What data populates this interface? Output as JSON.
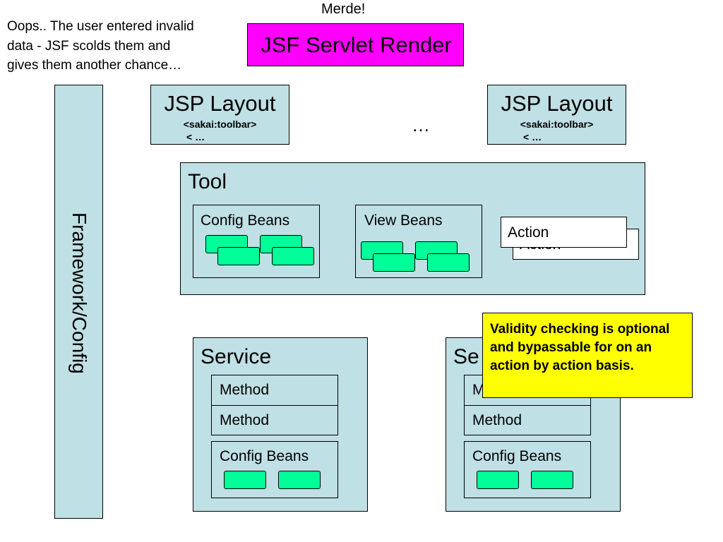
{
  "header": {
    "top_label": "Merde!",
    "note": [
      "Oops..  The user entered invalid",
      "data - JSF scolds them and",
      "gives them another chance…"
    ],
    "servlet": "JSF Servlet Render"
  },
  "framework": {
    "label": "Framework/Config"
  },
  "layouts": [
    {
      "title": "JSP Layout",
      "line1": "<sakai:toolbar>",
      "line2": "< …"
    },
    {
      "title": "JSP Layout",
      "line1": "<sakai:toolbar>",
      "line2": "< …"
    }
  ],
  "ellipsis": "…",
  "tool": {
    "title": "Tool",
    "config_beans": "Config Beans",
    "view_beans": "View Beans",
    "action_front": "Action",
    "action_back": "Action"
  },
  "services": [
    {
      "title": "Service",
      "method1": "Method",
      "method2": "Method",
      "config_beans": "Config Beans"
    },
    {
      "title": "Se",
      "method1": "M",
      "method2": "Method",
      "config_beans": "Config Beans"
    }
  ],
  "callout": {
    "text": "Validity checking is optional and bypassable for on an action by action basis."
  },
  "colors": {
    "box_fill": "#bfe0e4",
    "bean_fill": "#00ff99",
    "servlet_fill": "#ff00ff",
    "callout_fill": "#ffff00",
    "callout_text": "#000000"
  }
}
